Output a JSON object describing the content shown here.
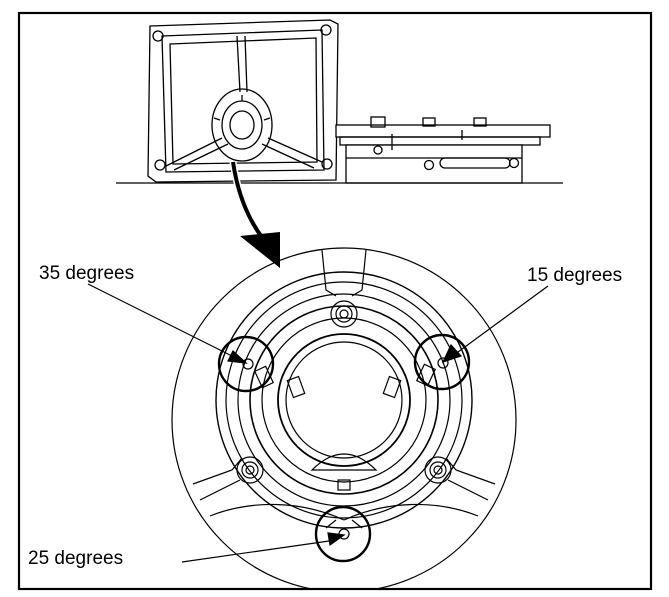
{
  "labels": {
    "left": "35 degrees",
    "right": "15 degrees",
    "bottom": "25 degrees"
  }
}
